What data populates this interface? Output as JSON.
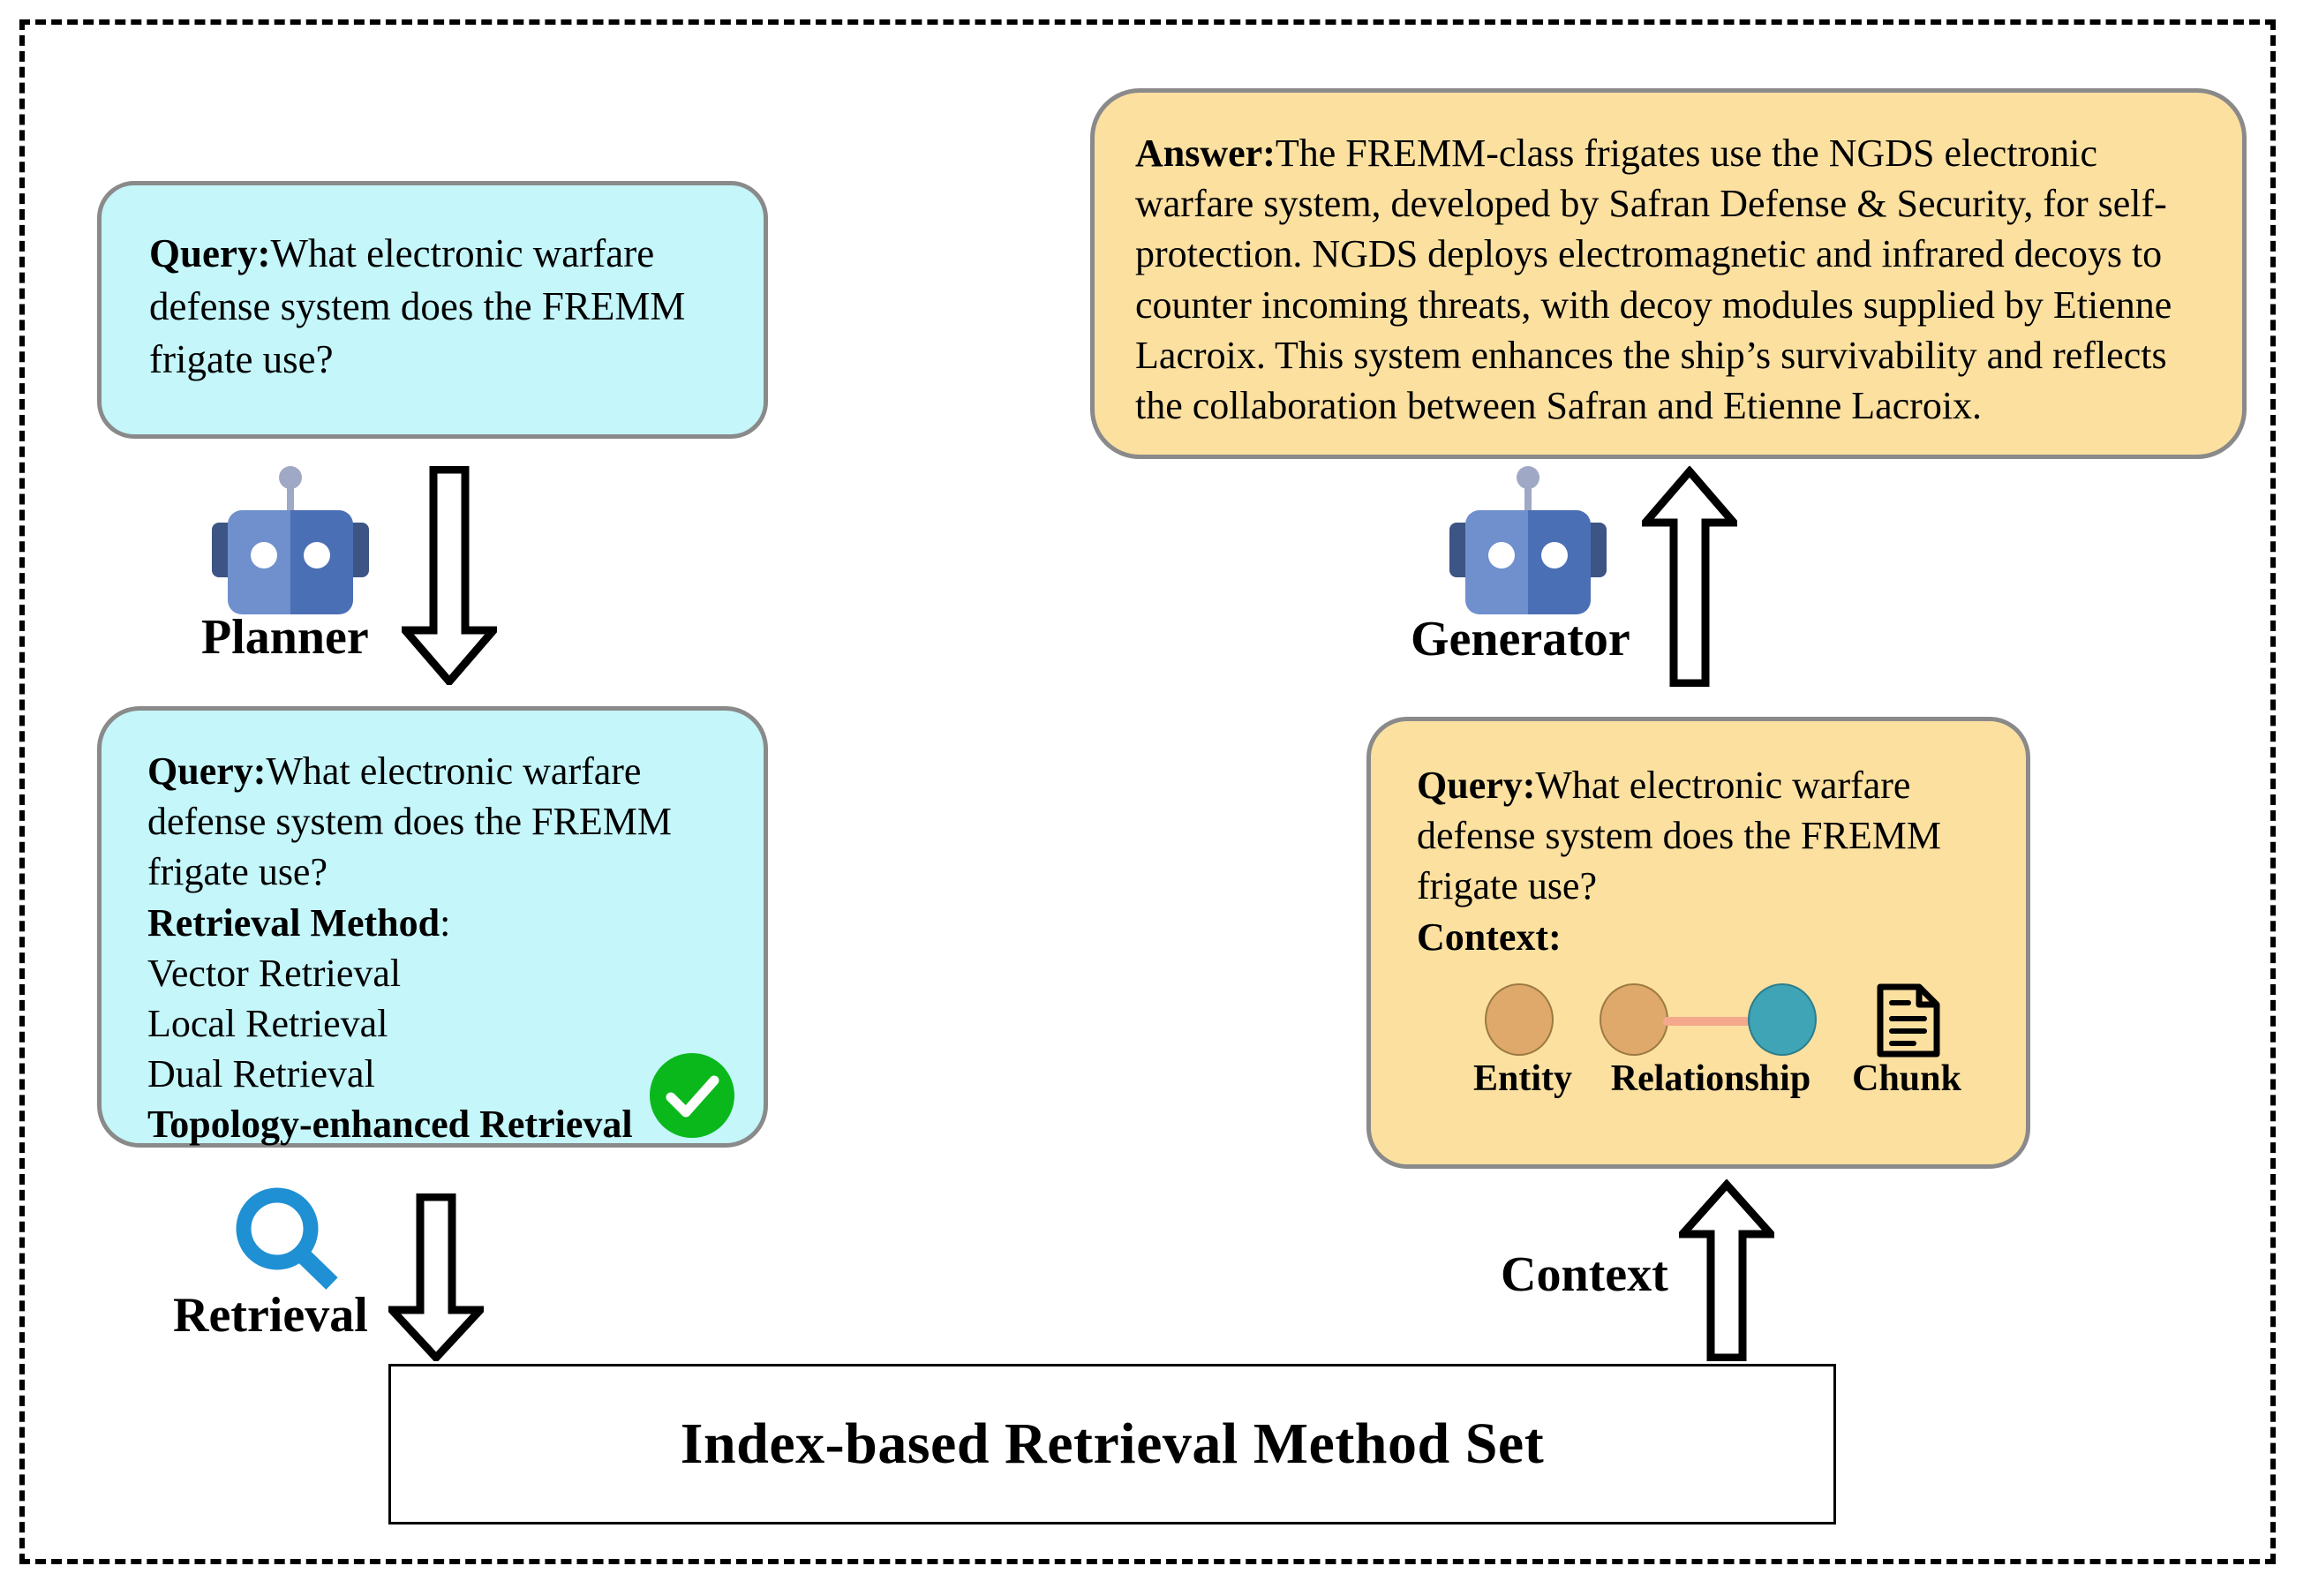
{
  "frame": {
    "border_color": "#000000"
  },
  "query_top": {
    "label": "Query:",
    "text": "What electronic warfare defense system does the FREMM frigate use?",
    "fill_color": "#c4f6fa"
  },
  "answer": {
    "label": "Answer:",
    "text": "The FREMM-class frigates use the NGDS electronic warfare system, developed by Safran Defense & Security, for self-protection. NGDS deploys electromagnetic and infrared decoys to counter incoming threats, with decoy modules supplied by Etienne Lacroix. This system enhances the ship’s survivability and reflects the collaboration between Safran and Etienne Lacroix.",
    "fill_color": "#fbe0a0"
  },
  "query_methods": {
    "query_label": "Query:",
    "query_text": "What electronic warfare defense system does the FREMM frigate use?",
    "method_label": "Retrieval Method",
    "method_label_suffix": ":",
    "methods": [
      {
        "name": "Vector Retrieval",
        "selected": false
      },
      {
        "name": "Local Retrieval",
        "selected": false
      },
      {
        "name": "Dual Retrieval",
        "selected": false
      },
      {
        "name": "Topology-enhanced Retrieval",
        "selected": true
      }
    ],
    "check_color": "#0ab81c",
    "fill_color": "#c4f6fa"
  },
  "context_panel": {
    "query_label": "Query:",
    "query_text": "What electronic warfare defense system does the FREMM frigate use?",
    "context_label": "Context:",
    "fill_color": "#fbe0a0",
    "legend": [
      {
        "caption": "Entity",
        "icon": "entity-circle-icon",
        "color": "#dfa96b"
      },
      {
        "caption": "Relationship",
        "icon": "relationship-edge-icon",
        "color": "#f4a98c"
      },
      {
        "caption": "Chunk",
        "icon": "document-chunk-icon",
        "color": "#000000"
      }
    ]
  },
  "agents": {
    "planner": {
      "label": "Planner",
      "icon": "robot-icon"
    },
    "generator": {
      "label": "Generator",
      "icon": "robot-icon"
    }
  },
  "flow": {
    "retrieval_label": "Retrieval",
    "retrieval_icon": "magnifier-icon",
    "retrieval_icon_color": "#1f90d4",
    "context_label": "Context",
    "arrow_down_icon": "arrow-down-icon",
    "arrow_up_icon": "arrow-up-icon"
  },
  "method_set_box": {
    "title": "Index-based Retrieval Method Set"
  }
}
